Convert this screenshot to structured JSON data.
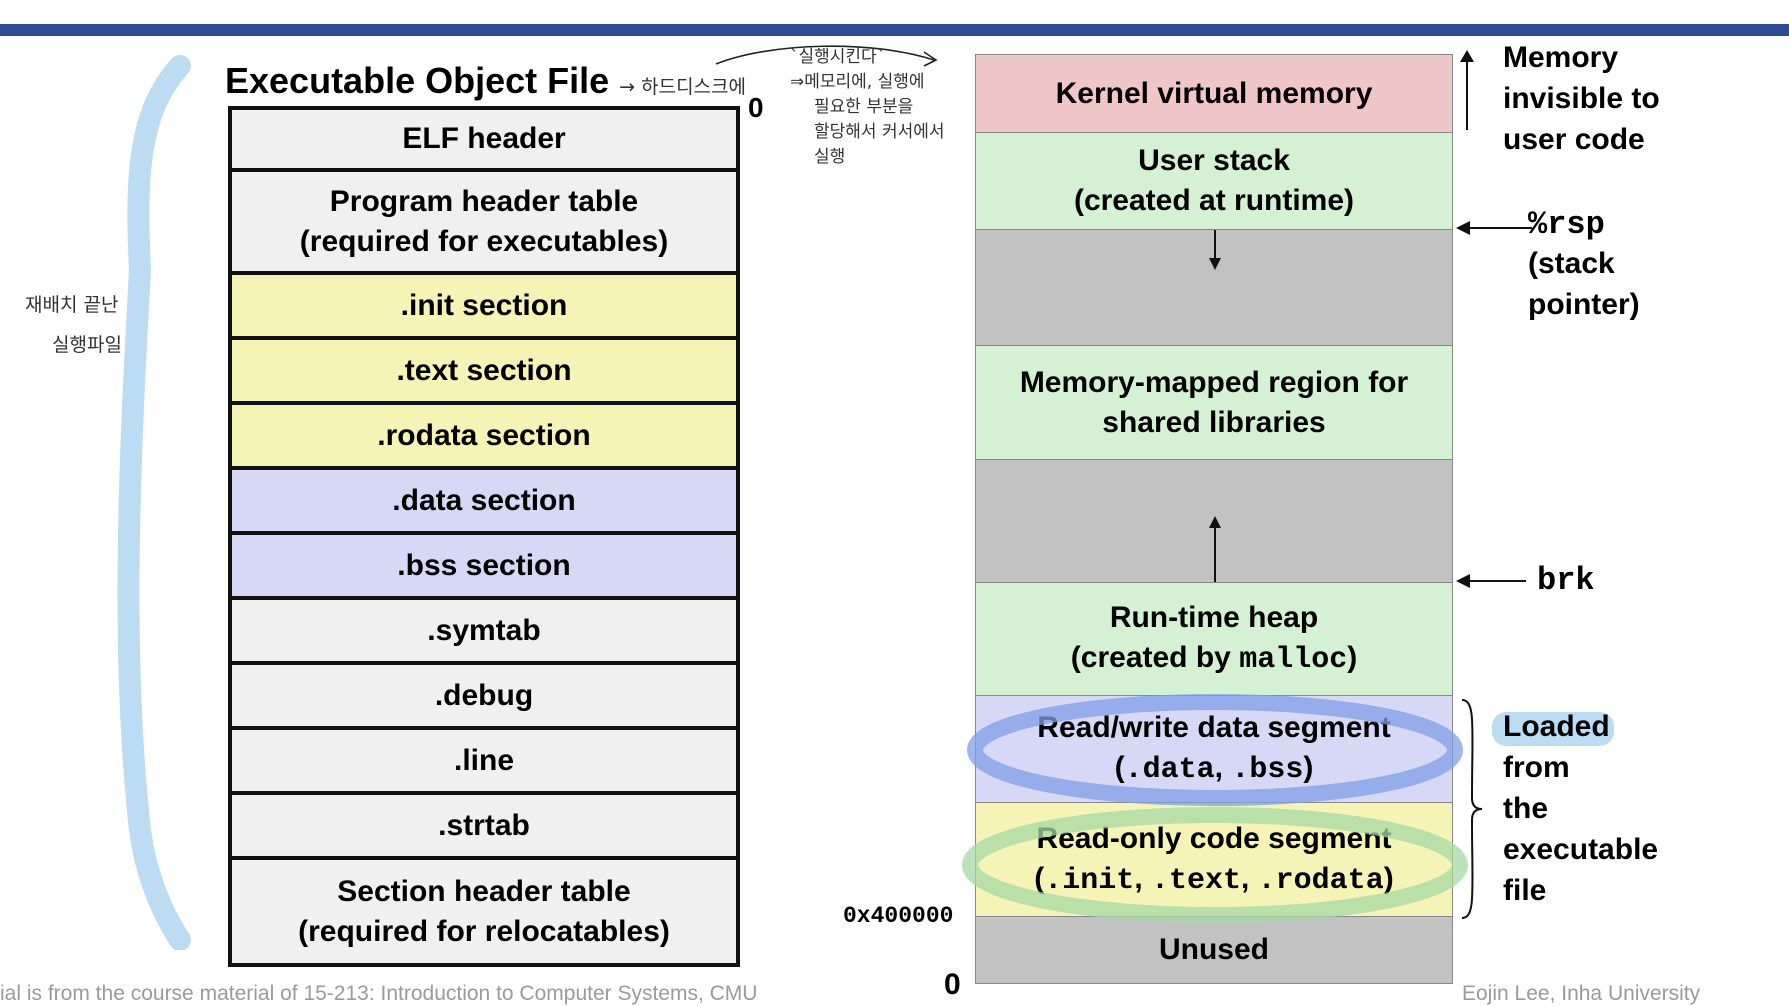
{
  "left": {
    "title": "Executable Object File",
    "title_note": "→ 하드디스크에",
    "zero_label": "0",
    "rows": [
      {
        "lines": [
          "ELF header"
        ],
        "color": "#f0f0f0"
      },
      {
        "lines": [
          "Program header table",
          "(required for executables)"
        ],
        "color": "#f0f0f0"
      },
      {
        "lines": [
          ".init section"
        ],
        "color": "#f6f3b6"
      },
      {
        "lines": [
          ".text section"
        ],
        "color": "#f6f3b6"
      },
      {
        "lines": [
          ".rodata section"
        ],
        "color": "#f6f3b6"
      },
      {
        "lines": [
          ".data section"
        ],
        "color": "#d7d8f5"
      },
      {
        "lines": [
          ".bss section"
        ],
        "color": "#d7d8f5"
      },
      {
        "lines": [
          ".symtab"
        ],
        "color": "#f0f0f0"
      },
      {
        "lines": [
          ".debug"
        ],
        "color": "#f0f0f0"
      },
      {
        "lines": [
          ".line"
        ],
        "color": "#f0f0f0"
      },
      {
        "lines": [
          ".strtab"
        ],
        "color": "#f0f0f0"
      },
      {
        "lines": [
          "Section header table",
          "(required for relocatables)"
        ],
        "color": "#f0f0f0"
      }
    ],
    "handwritten_side": [
      "재배치 끝난",
      "실행파일"
    ]
  },
  "handwritten_top": [
    "`실행시킨다`",
    "⇒메모리에, 실행에",
    "필요한 부분을",
    "할당해서 커서에서",
    "실행"
  ],
  "memory": {
    "kernel": "Kernel virtual memory",
    "user_stack": [
      "User stack",
      "(created at runtime)"
    ],
    "mmap": [
      "Memory-mapped region for",
      "shared libraries"
    ],
    "heap_line1": "Run-time heap",
    "heap_prefix": "(created by ",
    "heap_code": "malloc",
    "heap_suffix": ")",
    "rw_line1": "Read/write data segment",
    "rw_code": [
      "(",
      ".data",
      ", ",
      ".bss",
      ")"
    ],
    "ro_line1": "Read-only code segment",
    "ro_code": [
      "(",
      ".init",
      ", ",
      ".text",
      ", ",
      ".rodata",
      ")"
    ],
    "unused": "Unused",
    "addr_400000": "0x400000",
    "zero_bottom": "0"
  },
  "labels": {
    "invisible": [
      "Memory",
      "invisible to",
      "user code"
    ],
    "rsp_code": "%rsp",
    "rsp_text": [
      "(stack",
      "pointer)"
    ],
    "brk": "brk",
    "loaded": [
      "Loaded",
      "from",
      "the",
      "executable",
      "file"
    ]
  },
  "footer": {
    "left": "ial is from the course material of 15-213: Introduction to Computer Systems, CMU",
    "right": "Eojin Lee, Inha University"
  },
  "colors": {
    "bar": "#2e4c95",
    "highlight_blue": "#bcdcf3",
    "circle_blue": "#7f9fe6",
    "circle_green": "#a3d9a3"
  }
}
